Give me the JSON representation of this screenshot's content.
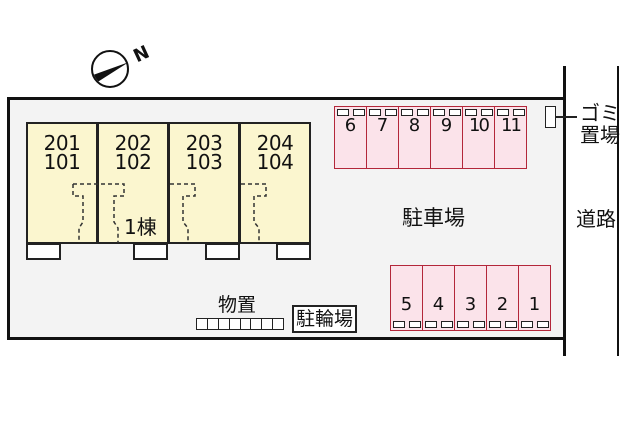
{
  "compass": {
    "north_label": "N",
    "icon": "north-arrow-icon"
  },
  "building": {
    "label": "1棟",
    "units": [
      {
        "upper": "201",
        "lower": "101"
      },
      {
        "upper": "202",
        "lower": "102"
      },
      {
        "upper": "203",
        "lower": "103"
      },
      {
        "upper": "204",
        "lower": "104"
      }
    ]
  },
  "parking": {
    "label": "駐車場",
    "top_row": [
      "6",
      "7",
      "8",
      "9",
      "10",
      "11"
    ],
    "bottom_row": [
      "5",
      "4",
      "3",
      "2",
      "1"
    ]
  },
  "facilities": {
    "storage": "物置",
    "bicycle_parking": "駐輪場",
    "garbage_line1": "ゴミ",
    "garbage_line2": "置場",
    "road": "道路"
  },
  "colors": {
    "unit_fill": "#fbf6cf",
    "parking_fill": "#fbe3ea",
    "parking_border": "#b3273a",
    "site_fill": "#f3f3f3"
  }
}
